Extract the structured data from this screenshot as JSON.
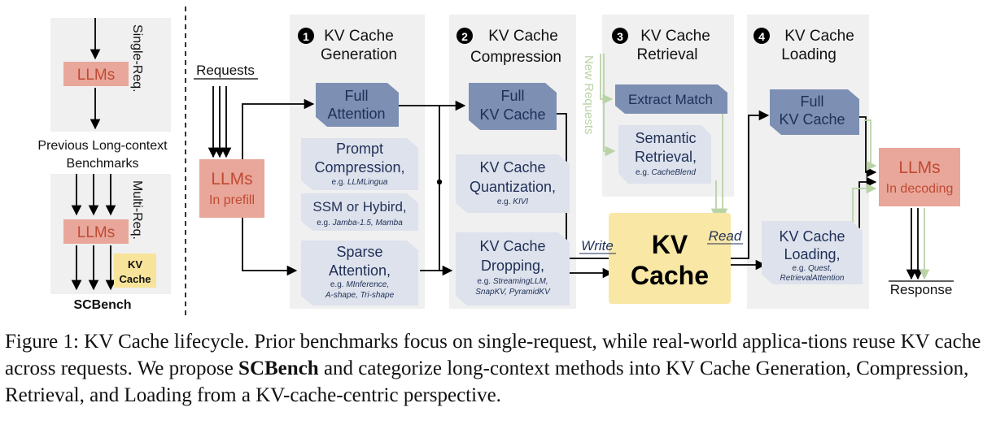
{
  "left": {
    "single_llm": "LLMs",
    "single_side": "Single-Req.",
    "prev_line1": "Previous Long-context",
    "prev_line2": "Benchmarks",
    "multi_llm": "LLMs",
    "multi_side": "Multi-Req.",
    "kv_line1": "KV",
    "kv_line2": "Cache",
    "scbench": "SCBench"
  },
  "requests": "Requests",
  "prefill": {
    "title": "LLMs",
    "sub": "In prefill"
  },
  "stages": [
    {
      "num": "1",
      "line1": "KV Cache",
      "line2": "Generation"
    },
    {
      "num": "2",
      "line1": "KV Cache",
      "line2": "Compression"
    },
    {
      "num": "3",
      "line1": "KV Cache",
      "line2": "Retrieval"
    },
    {
      "num": "4",
      "line1": "KV Cache",
      "line2": "Loading"
    }
  ],
  "gen": {
    "full_attn": [
      "Full",
      "Attention"
    ],
    "prompt": {
      "l1": "Prompt",
      "l2": "Compression,",
      "eg_prefix": "e.g. ",
      "eg": "LLMLingua"
    },
    "ssm": {
      "l1": "SSM or Hybird,",
      "eg_prefix": "e.g. ",
      "eg": "Jamba-1.5, Mamba"
    },
    "sparse": {
      "l1": "Sparse",
      "l2": "Attention,",
      "eg_prefix": "e.g. ",
      "eg1": "MInference,",
      "eg2": "A-shape, Tri-shape"
    }
  },
  "comp": {
    "full_kv": [
      "Full",
      "KV Cache"
    ],
    "quant": {
      "l1": "KV Cache",
      "l2": "Quantization,",
      "eg_prefix": "e.g. ",
      "eg": "KIVI"
    },
    "drop": {
      "l1": "KV Cache",
      "l2": "Dropping,",
      "eg_prefix": "e.g. ",
      "eg1": "StreamingLLM,",
      "eg2": "SnapKV, PyramidKV"
    }
  },
  "retr": {
    "new_requests": "New Requests",
    "extract": "Extract Match",
    "semantic": {
      "l1": "Semantic",
      "l2": "Retrieval,",
      "eg_prefix": "e.g. ",
      "eg": "CacheBlend"
    }
  },
  "kv_cache": [
    "KV",
    "Cache"
  ],
  "write": "Write",
  "read": "Read",
  "load": {
    "full_kv": [
      "Full",
      "KV Cache"
    ],
    "loading": {
      "l1": "KV Cache",
      "l2": "Loading,",
      "eg_prefix": "e.g. ",
      "eg1": "Quest,",
      "eg2": "RetrievalAttention"
    }
  },
  "decoding": {
    "title": "LLMs",
    "sub": "In decoding"
  },
  "response": "Response",
  "caption": {
    "part1": "Figure 1: KV Cache lifecycle. Prior benchmarks focus on single-request, while real-world applica-tions reuse KV cache across requests. We propose ",
    "bold": "SCBench",
    "part2": " and categorize long-context methods into KV Cache Generation, Compression, Retrieval, and Loading from a KV-cache-centric perspective."
  },
  "colors": {
    "panel": "#f0f0f0",
    "llm_fill": "#e8a79a",
    "llm_text": "#c04a33",
    "method_dark": "#7d8fb3",
    "method_light": "#dde2ec",
    "navy": "#1f2f57",
    "kv_fill": "#f9e7a6",
    "kv_small": "#f7e49a",
    "green_arrow": "#b9d3a6"
  }
}
